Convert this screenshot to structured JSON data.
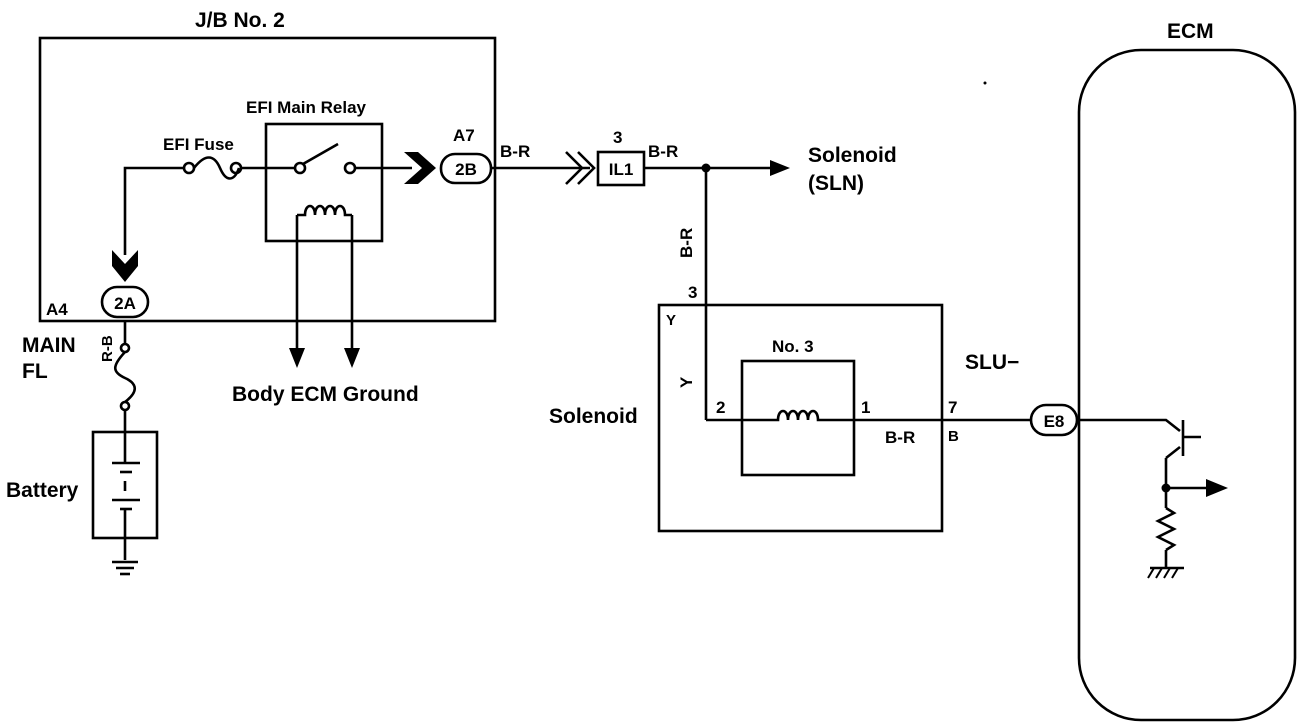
{
  "jb": {
    "title": "J/B No. 2",
    "fuse": "EFI Fuse",
    "relay": "EFI Main Relay",
    "pin_a7": "A7",
    "pin_a4": "A4",
    "conn_2b": "2B",
    "conn_2a": "2A"
  },
  "power": {
    "main_fl": "MAIN",
    "main_fl2": "FL",
    "wire_rb": "R-B",
    "battery": "Battery"
  },
  "ground": {
    "label": "Body ECM Ground"
  },
  "harness": {
    "wire_br_1": "B-R",
    "pin_3": "3",
    "conn_il1": "IL1",
    "wire_br_2": "B-R",
    "wire_br_vert": "B-R",
    "sln_1": "Solenoid",
    "sln_2": "(SLN)"
  },
  "solenoid": {
    "label": "Solenoid",
    "coil": "No. 3",
    "pin_3": "3",
    "pin_y": "Y",
    "wire_y": "Y",
    "pin_2": "2",
    "pin_1": "1",
    "wire_br": "B-R",
    "pin_7": "7",
    "pin_b": "B",
    "signal": "SLU−"
  },
  "ecm": {
    "title": "ECM",
    "conn_e8": "E8"
  }
}
